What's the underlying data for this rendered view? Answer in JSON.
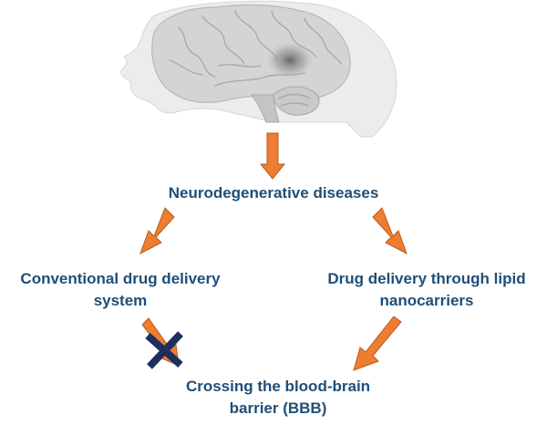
{
  "nodes": {
    "neuro": {
      "line1": "Neurodegenerative diseases"
    },
    "conventional": {
      "line1": "Conventional drug delivery",
      "line2": "system"
    },
    "lipid": {
      "line1": "Drug delivery through lipid",
      "line2": "nanocarriers"
    },
    "bbb": {
      "line1": "Crossing the blood-brain",
      "line2": "barrier (BBB)"
    }
  },
  "colors": {
    "text": "#1f4e79",
    "arrow": "#ed7d31",
    "arrow_outline": "#b85a1c",
    "block_cross": "#1f2f5c",
    "head": "#e6e6e6",
    "brain": "#d2d2d2"
  },
  "icons": {
    "illustration": "human-head-brain-illustration",
    "blocked": "cross-icon"
  }
}
